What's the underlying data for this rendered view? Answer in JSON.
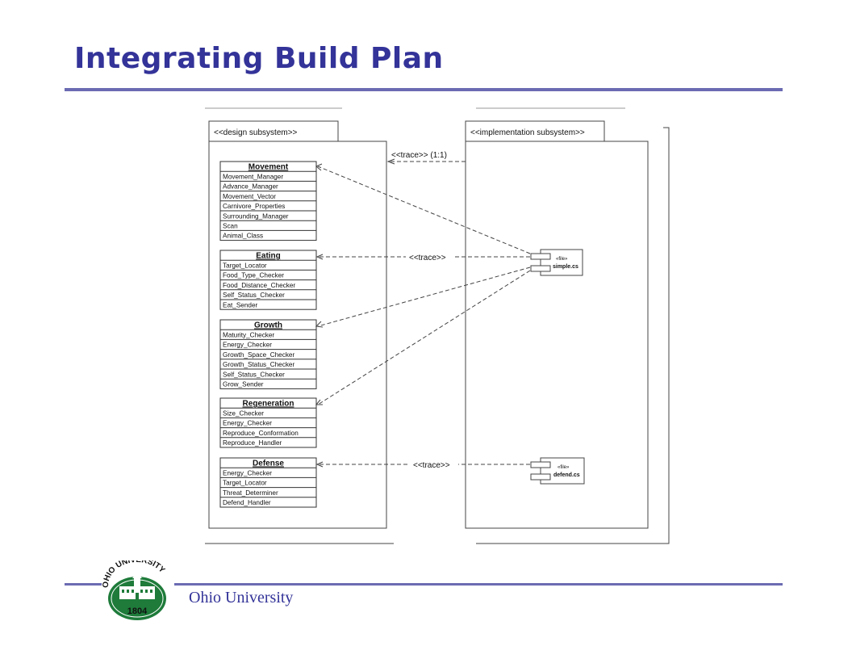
{
  "slide": {
    "title": "Integrating Build Plan",
    "footer_text": "Ohio University"
  },
  "logo": {
    "arc_text": "OHIO UNIVERSITY",
    "year": "1804",
    "color": "#1e7b3a"
  },
  "colors": {
    "title": "#333399",
    "rule": "#6b6bb3"
  },
  "diagram": {
    "design_tab": "<<design subsystem>>",
    "impl_tab": "<<implementation subsystem>>",
    "trace_top": "<<trace>> (1:1)",
    "trace_mid": "<<trace>>",
    "trace_bottom": "<<trace>>",
    "files": [
      {
        "stereotype": "«file»",
        "name": "simple.cs"
      },
      {
        "stereotype": "«file»",
        "name": "defend.cs"
      }
    ],
    "classes": [
      {
        "name": "Movement",
        "members": [
          "Movement_Manager",
          "Advance_Manager",
          "Movement_Vector",
          "Carnivore_Properties",
          "Surrounding_Manager",
          "Scan",
          "Animal_Class"
        ]
      },
      {
        "name": "Eating",
        "members": [
          "Target_Locator",
          "Food_Type_Checker",
          "Food_Distance_Checker",
          "Self_Status_Checker",
          "Eat_Sender"
        ]
      },
      {
        "name": "Growth",
        "members": [
          "Maturity_Checker",
          "Energy_Checker",
          "Growth_Space_Checker",
          "Growth_Status_Checker",
          "Self_Status_Checker",
          "Grow_Sender"
        ]
      },
      {
        "name": "Regeneration",
        "members": [
          "Size_Checker",
          "Energy_Checker",
          "Reproduce_Conformation",
          "Reproduce_Handler"
        ]
      },
      {
        "name": "Defense",
        "members": [
          "Energy_Checker",
          "Target_Locator",
          "Threat_Determiner",
          "Defend_Handler"
        ]
      }
    ]
  }
}
